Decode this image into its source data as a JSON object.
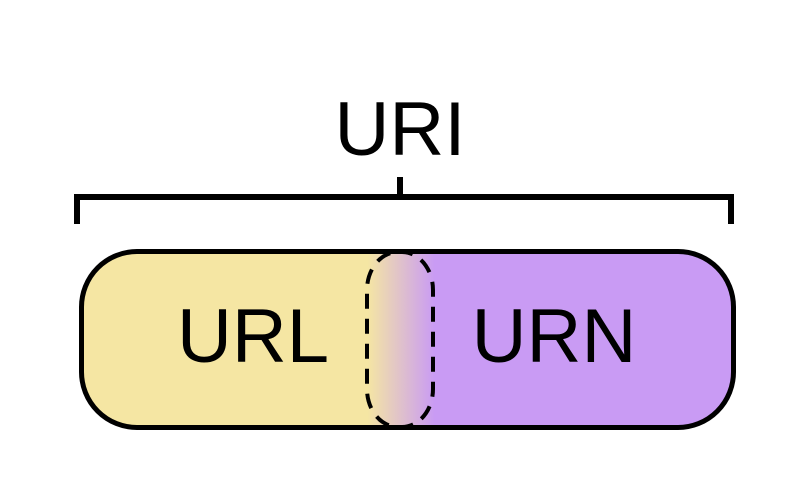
{
  "diagram": {
    "title": "URI",
    "regions": [
      {
        "id": "url",
        "label": "URL",
        "fill": "#F5E6A3"
      },
      {
        "id": "urn",
        "label": "URN",
        "fill": "#C99BF4"
      }
    ],
    "overlap": {
      "outline_style": "dashed",
      "blend": "yellow-to-purple gradient"
    },
    "outline_color": "#000000",
    "background_color": "#FFFFFF"
  }
}
